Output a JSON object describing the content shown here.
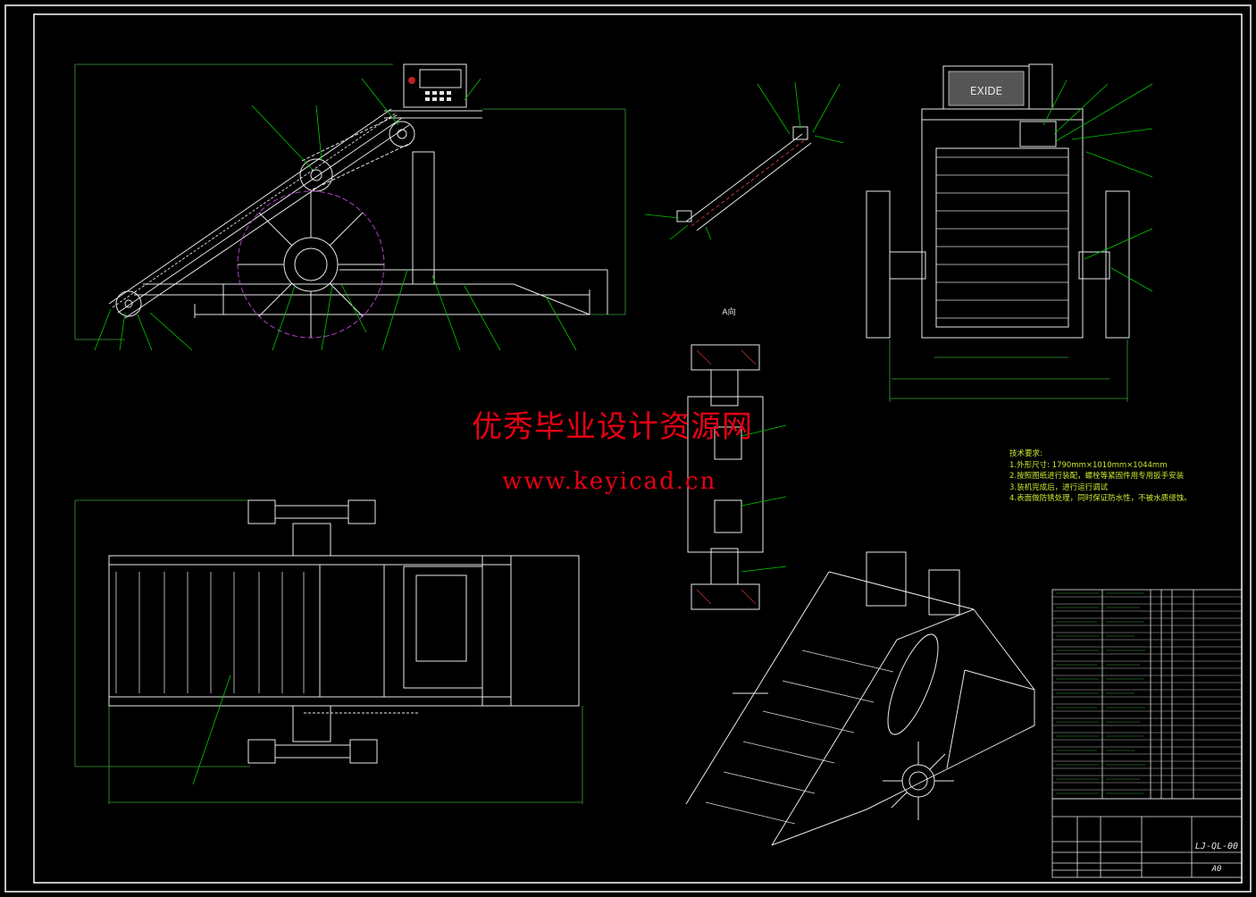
{
  "watermark": {
    "site_name": "优秀毕业设计资源网",
    "url": "www.keyicad.cn"
  },
  "technical_requirements": {
    "heading": "技术要求:",
    "items": [
      "1.外形尺寸: 1790mm×1010mm×1044mm",
      "2.按照图纸进行装配，螺栓等紧固件用专用扳手安装",
      "3.装机完成后，进行运行调试",
      "4.表面做防锈处理，同时保证防水性，不被水质侵蚀。"
    ]
  },
  "battery_label": "EXIDE",
  "view_label": "A向",
  "title_block": {
    "drawing_number": "LJ-QL-00",
    "sheet_size": "A0"
  },
  "colors": {
    "background": "#000000",
    "border": "#ffffff",
    "linework": "#e8e8e8",
    "leader": "#00c800",
    "dimension": "#3aa23a",
    "watermark": "#e60012",
    "wheel_circle": "#b040c8",
    "hatch": "#c83232"
  }
}
